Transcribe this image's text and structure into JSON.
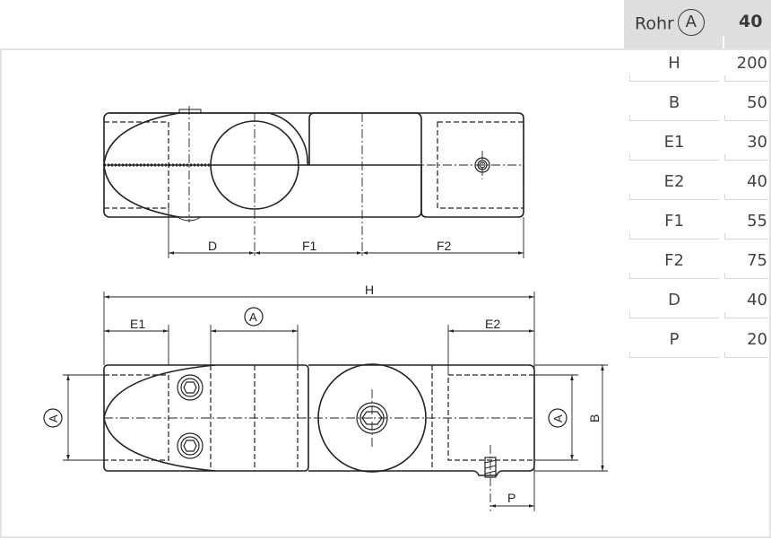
{
  "table": {
    "header": {
      "label": "Rohr",
      "symbol": "A",
      "value": "40"
    },
    "rows": [
      {
        "key": "H",
        "value": "200"
      },
      {
        "key": "B",
        "value": "50"
      },
      {
        "key": "E1",
        "value": "30"
      },
      {
        "key": "E2",
        "value": "40"
      },
      {
        "key": "F1",
        "value": "55"
      },
      {
        "key": "F2",
        "value": "75"
      },
      {
        "key": "D",
        "value": "40"
      },
      {
        "key": "P",
        "value": "20"
      }
    ]
  },
  "drawing": {
    "top_view_dims": [
      "D",
      "F1",
      "F2"
    ],
    "front_view_dims": {
      "overall": "H",
      "left_end": "E1",
      "tube": "A",
      "right_end": "E2",
      "height": "B",
      "tube_left": "A",
      "tube_right": "A",
      "pin_offset": "P"
    }
  },
  "colors": {
    "line": "#222222",
    "header_bg": "#dedede",
    "frame": "#e3e3e3"
  }
}
